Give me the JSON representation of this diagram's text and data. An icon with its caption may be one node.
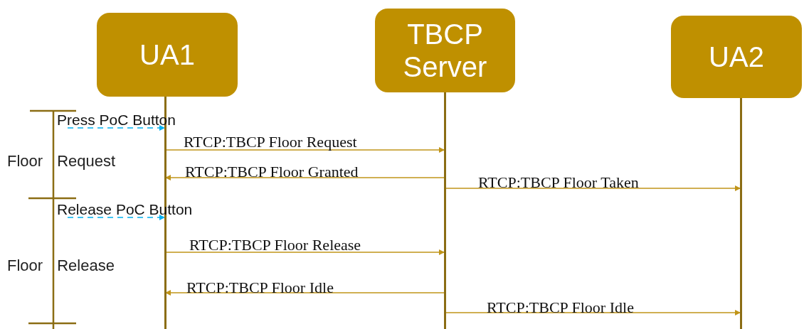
{
  "diagram": {
    "nodes": [
      {
        "text": [
          "UA1"
        ]
      },
      {
        "text": [
          "TBCP Server"
        ]
      },
      {
        "text": [
          "UA2"
        ]
      }
    ],
    "edges": [
      {
        "from": null,
        "to": 0,
        "arrow": "to",
        "label": "Press PoC Button",
        "style": "dashed",
        "color": "#00b0f0"
      },
      {
        "from": 0,
        "to": 1,
        "arrow": "to",
        "label": "RTCP:TBCP Floor Request"
      },
      {
        "from": 1,
        "to": 0,
        "arrow": "to",
        "label": "RTCP:TBCP Floor Granted"
      },
      {
        "from": 1,
        "to": 2,
        "arrow": "to",
        "label": "RTCP:TBCP Floor Taken"
      },
      {
        "from": null,
        "to": 0,
        "arrow": "to",
        "label": "Release PoC Button",
        "style": "dashed",
        "color": "#00b0f0"
      },
      {
        "from": 0,
        "to": 1,
        "arrow": "to",
        "label": "RTCP:TBCP Floor Release"
      },
      {
        "from": 1,
        "to": 0,
        "arrow": "to",
        "label": "RTCP:TBCP Floor Idle"
      },
      {
        "from": 1,
        "to": 2,
        "arrow": "to",
        "label": "RTCP:TBCP Floor Idle"
      }
    ],
    "labels": [
      "Floor Request",
      "Floor Release"
    ]
  }
}
